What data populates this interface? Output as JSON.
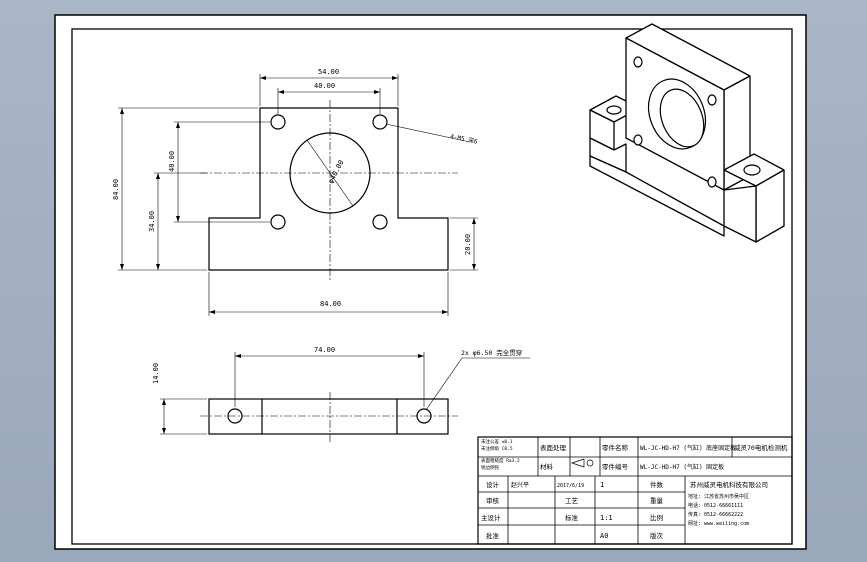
{
  "drawing": {
    "front_view": {
      "dim_width_top": "54.00",
      "dim_hole_spacing_h": "40.00",
      "dim_hole_spacing_v": "40.00",
      "dim_height_total": "84.00",
      "dim_height_step": "34.00",
      "dim_base_height": "20.00",
      "dim_base_width": "84.00",
      "bore_dia": "φ40.00",
      "hole_note": "4-M5 深6"
    },
    "bottom_view": {
      "dim_hole_spacing": "74.00",
      "dim_thickness": "14.00",
      "hole_note": "2x φ6.50 完全贯穿"
    }
  },
  "title_block": {
    "material_label": "材料",
    "material_value": "",
    "surface_label": "表面处理",
    "surface_value": "",
    "drawing_name_label": "零件名称",
    "drawing_name_value": "WL-JC-HD-H7 (气缸) 底座固定板",
    "drawing_no_label": "零件编号",
    "drawing_no_value": "WL-JC-HD-H7 (气缸) 固定板",
    "product_name": "威灵70电机检测机",
    "count_label": "件数",
    "count_value": "1",
    "weight_label": "重量",
    "weight_value": "",
    "scale_label": "比例",
    "scale_value": "1:1",
    "sheet_label": "版次",
    "sheet_value": "A0",
    "designer_label": "设计",
    "designer_value": "赵兴平",
    "date_value": "2017/6/19",
    "check_label": "审核",
    "process_label": "工艺",
    "std_label": "标准",
    "approve_label": "批准",
    "main_design_label": "主设计",
    "company": "苏州威灵电机科技有限公司",
    "address": "地址: 江苏省苏州市吴中区",
    "tel": "电话: 0512-66661111",
    "fax": "传真: 0512-66662222",
    "web": "网址: www.weiling.com",
    "tolerance_note": "未注公差 ±0.1",
    "tol_line2": "未注倒角 C0.5",
    "tol_line3": "表面粗糙度 Ra3.2",
    "tol_line4": "锐边倒钝"
  }
}
